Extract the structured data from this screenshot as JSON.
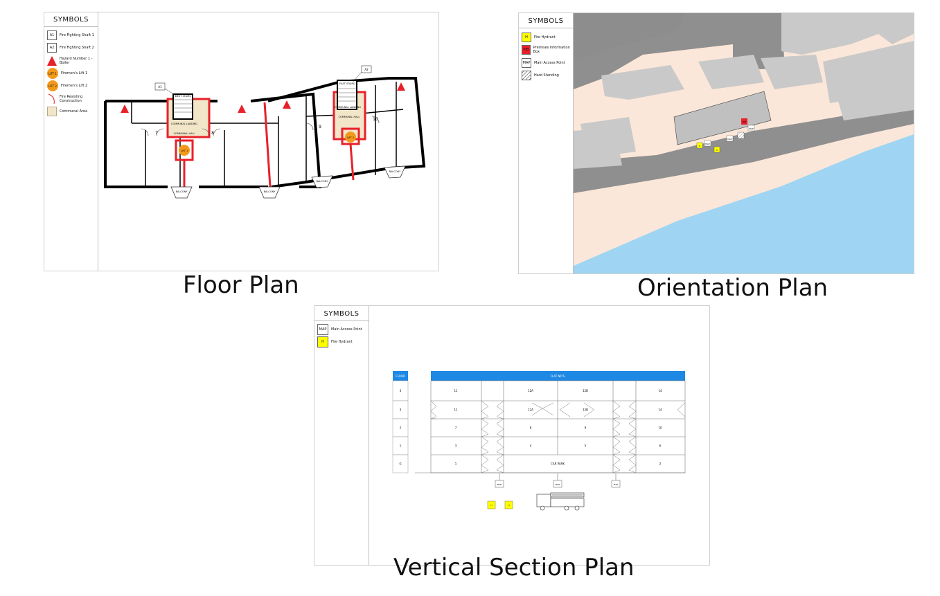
{
  "floor_plan": {
    "caption": "Floor Plan",
    "symbols_title": "SYMBOLS",
    "symbols": [
      {
        "code": "A1",
        "label": "Fire Fighting Shaft 1",
        "icon": "shaft-box-icon"
      },
      {
        "code": "A2",
        "label": "Fire Fighting Shaft 2",
        "icon": "shaft-box-icon"
      },
      {
        "code": "",
        "label": "Hazard Number 1 - Boiler",
        "icon": "red-triangle-icon"
      },
      {
        "code": "LIFT 1",
        "label": "Firemen's Lift 1",
        "icon": "orange-circle-icon"
      },
      {
        "code": "LIFT 2",
        "label": "Firemen's Lift 2",
        "icon": "orange-circle-icon"
      },
      {
        "code": "",
        "label": "Fire Resisting Construction",
        "icon": "red-line-icon"
      },
      {
        "code": "",
        "label": "Communal Area",
        "icon": "beige-box-icon"
      }
    ],
    "labels": {
      "west_stairs": "WEST STAIRS",
      "east_stairs": "EAST STAIRS",
      "communal_landing": "COMMUNAL LANDING",
      "communal_hall": "COMMUNAL HALL",
      "lift1": "LIFT 1",
      "lift2": "LIFT 2",
      "flat7": "7",
      "flat8": "8",
      "flat9": "9",
      "flat10": "10",
      "balcony": "BALCONY",
      "a1": "A1",
      "a2": "A2"
    },
    "colors": {
      "fire_red": "#e8202a",
      "communal": "#f2e6c9",
      "lift": "#f39a1c"
    }
  },
  "orientation_plan": {
    "caption": "Orientation Plan",
    "symbols_title": "SYMBOLS",
    "symbols": [
      {
        "code": "H",
        "label": "Fire Hydrant",
        "icon": "yellow-box-icon"
      },
      {
        "code": "PIB",
        "label": "Premises Information Box",
        "icon": "red-box-icon"
      },
      {
        "code": "MAP",
        "label": "Main Access Point",
        "icon": "white-box-icon"
      },
      {
        "code": "",
        "label": "Hard Standing",
        "icon": "hatched-box-icon"
      }
    ],
    "map_labels": {
      "hydrant": "H",
      "pib": "PIB",
      "map": "MAP"
    },
    "colors": {
      "land": "#fbe7d9",
      "buildings": "#c9c9c9",
      "road": "#8f8f8f",
      "sea": "#9fd5f2",
      "hydrant": "#ffff00",
      "pib": "#e8202a"
    }
  },
  "vertical_section": {
    "caption": "Vertical Section Plan",
    "symbols_title": "SYMBOLS",
    "symbols": [
      {
        "code": "MAP",
        "label": "Main Access Point",
        "icon": "white-box-icon"
      },
      {
        "code": "H",
        "label": "Fire Hydrant",
        "icon": "yellow-box-icon"
      }
    ],
    "floor_header": "FLOOR",
    "flats_header": "FLAT NO'S",
    "floors": [
      "4",
      "3",
      "2",
      "1",
      "G"
    ],
    "rows": [
      [
        "11",
        "12A",
        "12B",
        "14"
      ],
      [
        "11",
        "12A",
        "12B",
        "14"
      ],
      [
        "7",
        "8",
        "9",
        "10"
      ],
      [
        "3",
        "4",
        "5",
        "6"
      ],
      [
        "1",
        "CAR PARK",
        "",
        "2"
      ]
    ],
    "map_label": "MAP",
    "hydrant_label": "H",
    "colors": {
      "header_blue": "#1e88e5",
      "hydrant": "#ffff00"
    }
  }
}
